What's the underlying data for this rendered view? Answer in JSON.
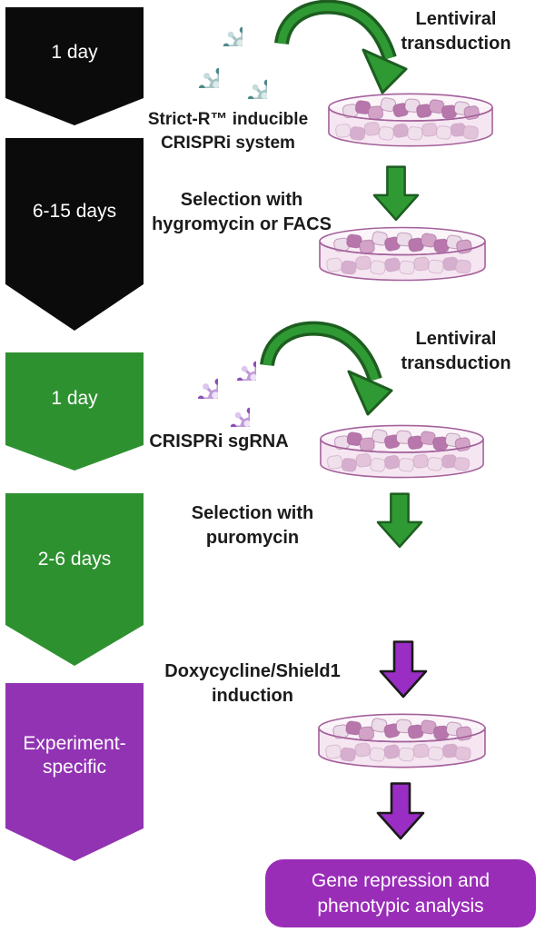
{
  "palette": {
    "step_black": "#0b0b0b",
    "step_green": "#2e9130",
    "step_purple": "#9233b3",
    "arrow_green": "#2f9a33",
    "arrow_green_outline": "#1d5e20",
    "arrow_purple": "#9a2dc4",
    "arrow_purple_outline": "#1a1a1a",
    "final_box_purple": "#9a2db8",
    "dish_outline": "#a4619b",
    "text_dark": "#1b1b1b",
    "virus_teal_body": "#a5c4c4",
    "virus_purple_body": "#c09ad8"
  },
  "timeline": [
    {
      "duration": "1 day"
    },
    {
      "duration": "6-15 days"
    },
    {
      "duration": "1 day"
    },
    {
      "duration": "2-6 days"
    },
    {
      "duration": "Experiment-specific",
      "line1": "Experiment-",
      "line2": "specific"
    }
  ],
  "annotations": {
    "transduction1": {
      "line1": "Lentiviral",
      "line2": "transduction"
    },
    "strict_r": {
      "line1": "Strict-R™ inducible",
      "line2": "CRISPRi system"
    },
    "selection1": {
      "line1": "Selection with",
      "line2": "hygromycin or FACS"
    },
    "transduction2": {
      "line1": "Lentiviral",
      "line2": "transduction"
    },
    "sgrna": {
      "label": "CRISPRi sgRNA"
    },
    "selection2": {
      "line1": "Selection with",
      "line2": "puromycin"
    },
    "induction": {
      "line1": "Doxycycline/Shield1",
      "line2": "induction"
    },
    "final": {
      "line1": "Gene repression and",
      "line2": "phenotypic analysis"
    }
  },
  "icons": {
    "virus": "spiked-circle-particle",
    "petri_dish": "ellipse-dish-with-cells",
    "curved_arrow": "green-curved-arrow",
    "block_arrow_green": "green-down-block-arrow",
    "block_arrow_purple": "purple-down-block-arrow"
  }
}
